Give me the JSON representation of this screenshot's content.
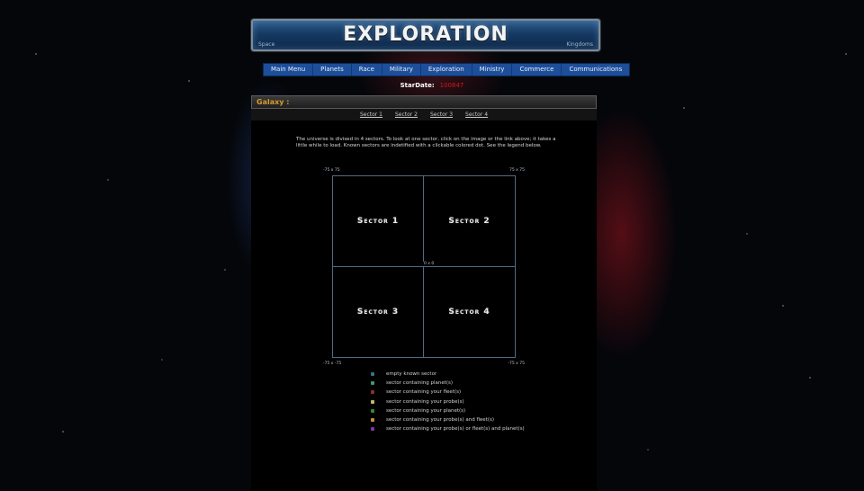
{
  "banner": {
    "title": "EXPLORATION",
    "left": "Space",
    "right": "Kingdoms"
  },
  "nav": {
    "items": [
      "Main Menu",
      "Planets",
      "Race",
      "Military",
      "Exploration",
      "Ministry",
      "Commerce",
      "Communications"
    ]
  },
  "stardate": {
    "label": "StarDate:",
    "value": "100847"
  },
  "galaxy": {
    "title": "Galaxy :",
    "sector_links": [
      "Sector 1",
      "Sector 2",
      "Sector 3",
      "Sector 4"
    ],
    "intro": "The universe is divised in 4 sectors. To look at one sector, click on the image or the link above; it takes a little while to load. Known sectors are indetified with a clickable colored dot. See the legend below.",
    "corners": {
      "top_left": "-75 x 75",
      "top_right": "75 x 75",
      "bottom_left": "-75 x -75",
      "bottom_right": "-75 x 75",
      "center": "0 x 0"
    },
    "sectors": [
      "Sector 1",
      "Sector 2",
      "Sector 3",
      "Sector 4"
    ]
  },
  "legend": [
    {
      "label": "empty known sector",
      "color": "#3b6f8f"
    },
    {
      "label": "sector containing planet(s)",
      "color": "#3f9a6e"
    },
    {
      "label": "sector containing your fleet(s)",
      "color": "#8d2f30"
    },
    {
      "label": "sector containing your probe(s)",
      "color": "#c8b870"
    },
    {
      "label": "sector containing your planet(s)",
      "color": "#2f8a3a"
    },
    {
      "label": "sector containing your probe(s) and fleet(s)",
      "color": "#c8903a"
    },
    {
      "label": "sector containing your probe(s) or fleet(s) and planet(s)",
      "color": "#7a3a9a"
    }
  ]
}
